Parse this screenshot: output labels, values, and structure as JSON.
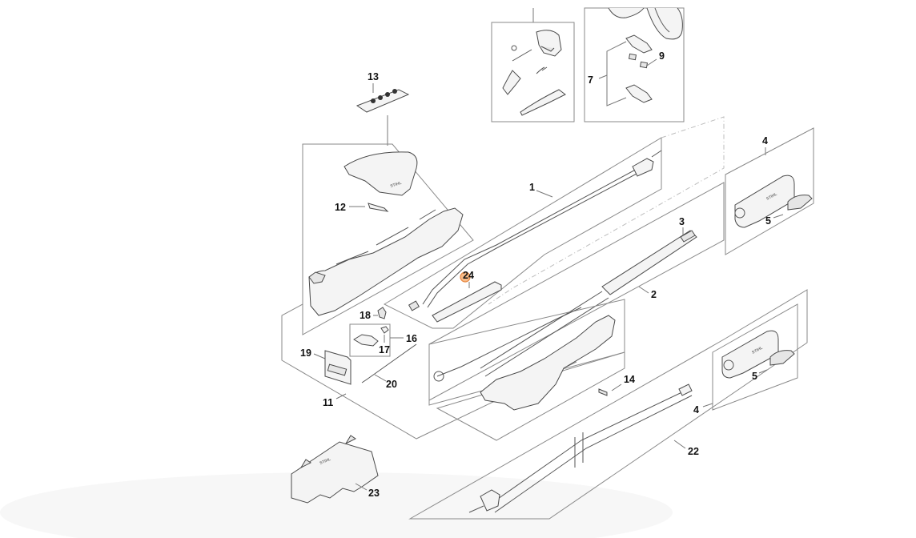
{
  "diagram": {
    "title": "Exploded parts diagram",
    "brand_mark": "STIHL",
    "highlight_color": "#f4a460",
    "line_color": "#8a8a8a",
    "callouts": [
      {
        "id": "c1",
        "label": "1",
        "part": "cable-harness"
      },
      {
        "id": "c2",
        "label": "2",
        "part": "shaft-tube"
      },
      {
        "id": "c3",
        "label": "3",
        "part": "shaft-insert"
      },
      {
        "id": "c4a",
        "label": "4",
        "part": "coupling-sleeve-upper"
      },
      {
        "id": "c5a",
        "label": "5",
        "part": "clamp-lever-upper"
      },
      {
        "id": "c7",
        "label": "7",
        "part": "clamp-set"
      },
      {
        "id": "c9",
        "label": "9",
        "part": "nut"
      },
      {
        "id": "c11",
        "label": "11",
        "part": "housing-assembly"
      },
      {
        "id": "c12",
        "label": "12",
        "part": "slide"
      },
      {
        "id": "c13",
        "label": "13",
        "part": "label-set"
      },
      {
        "id": "c14",
        "label": "14",
        "part": "screw"
      },
      {
        "id": "c16",
        "label": "16",
        "part": "switch-assembly"
      },
      {
        "id": "c17",
        "label": "17",
        "part": "button"
      },
      {
        "id": "c18",
        "label": "18",
        "part": "catch"
      },
      {
        "id": "c19",
        "label": "19",
        "part": "circuit-board"
      },
      {
        "id": "c20",
        "label": "20",
        "part": "spring-rod"
      },
      {
        "id": "c22",
        "label": "22",
        "part": "drive-shaft-extension"
      },
      {
        "id": "c4b",
        "label": "4",
        "part": "coupling-sleeve-lower"
      },
      {
        "id": "c5b",
        "label": "5",
        "part": "clamp-lever-lower"
      },
      {
        "id": "c23",
        "label": "23",
        "part": "transport-guard"
      },
      {
        "id": "c24",
        "label": "24",
        "part": "contact-carrier",
        "highlighted": true
      }
    ]
  }
}
